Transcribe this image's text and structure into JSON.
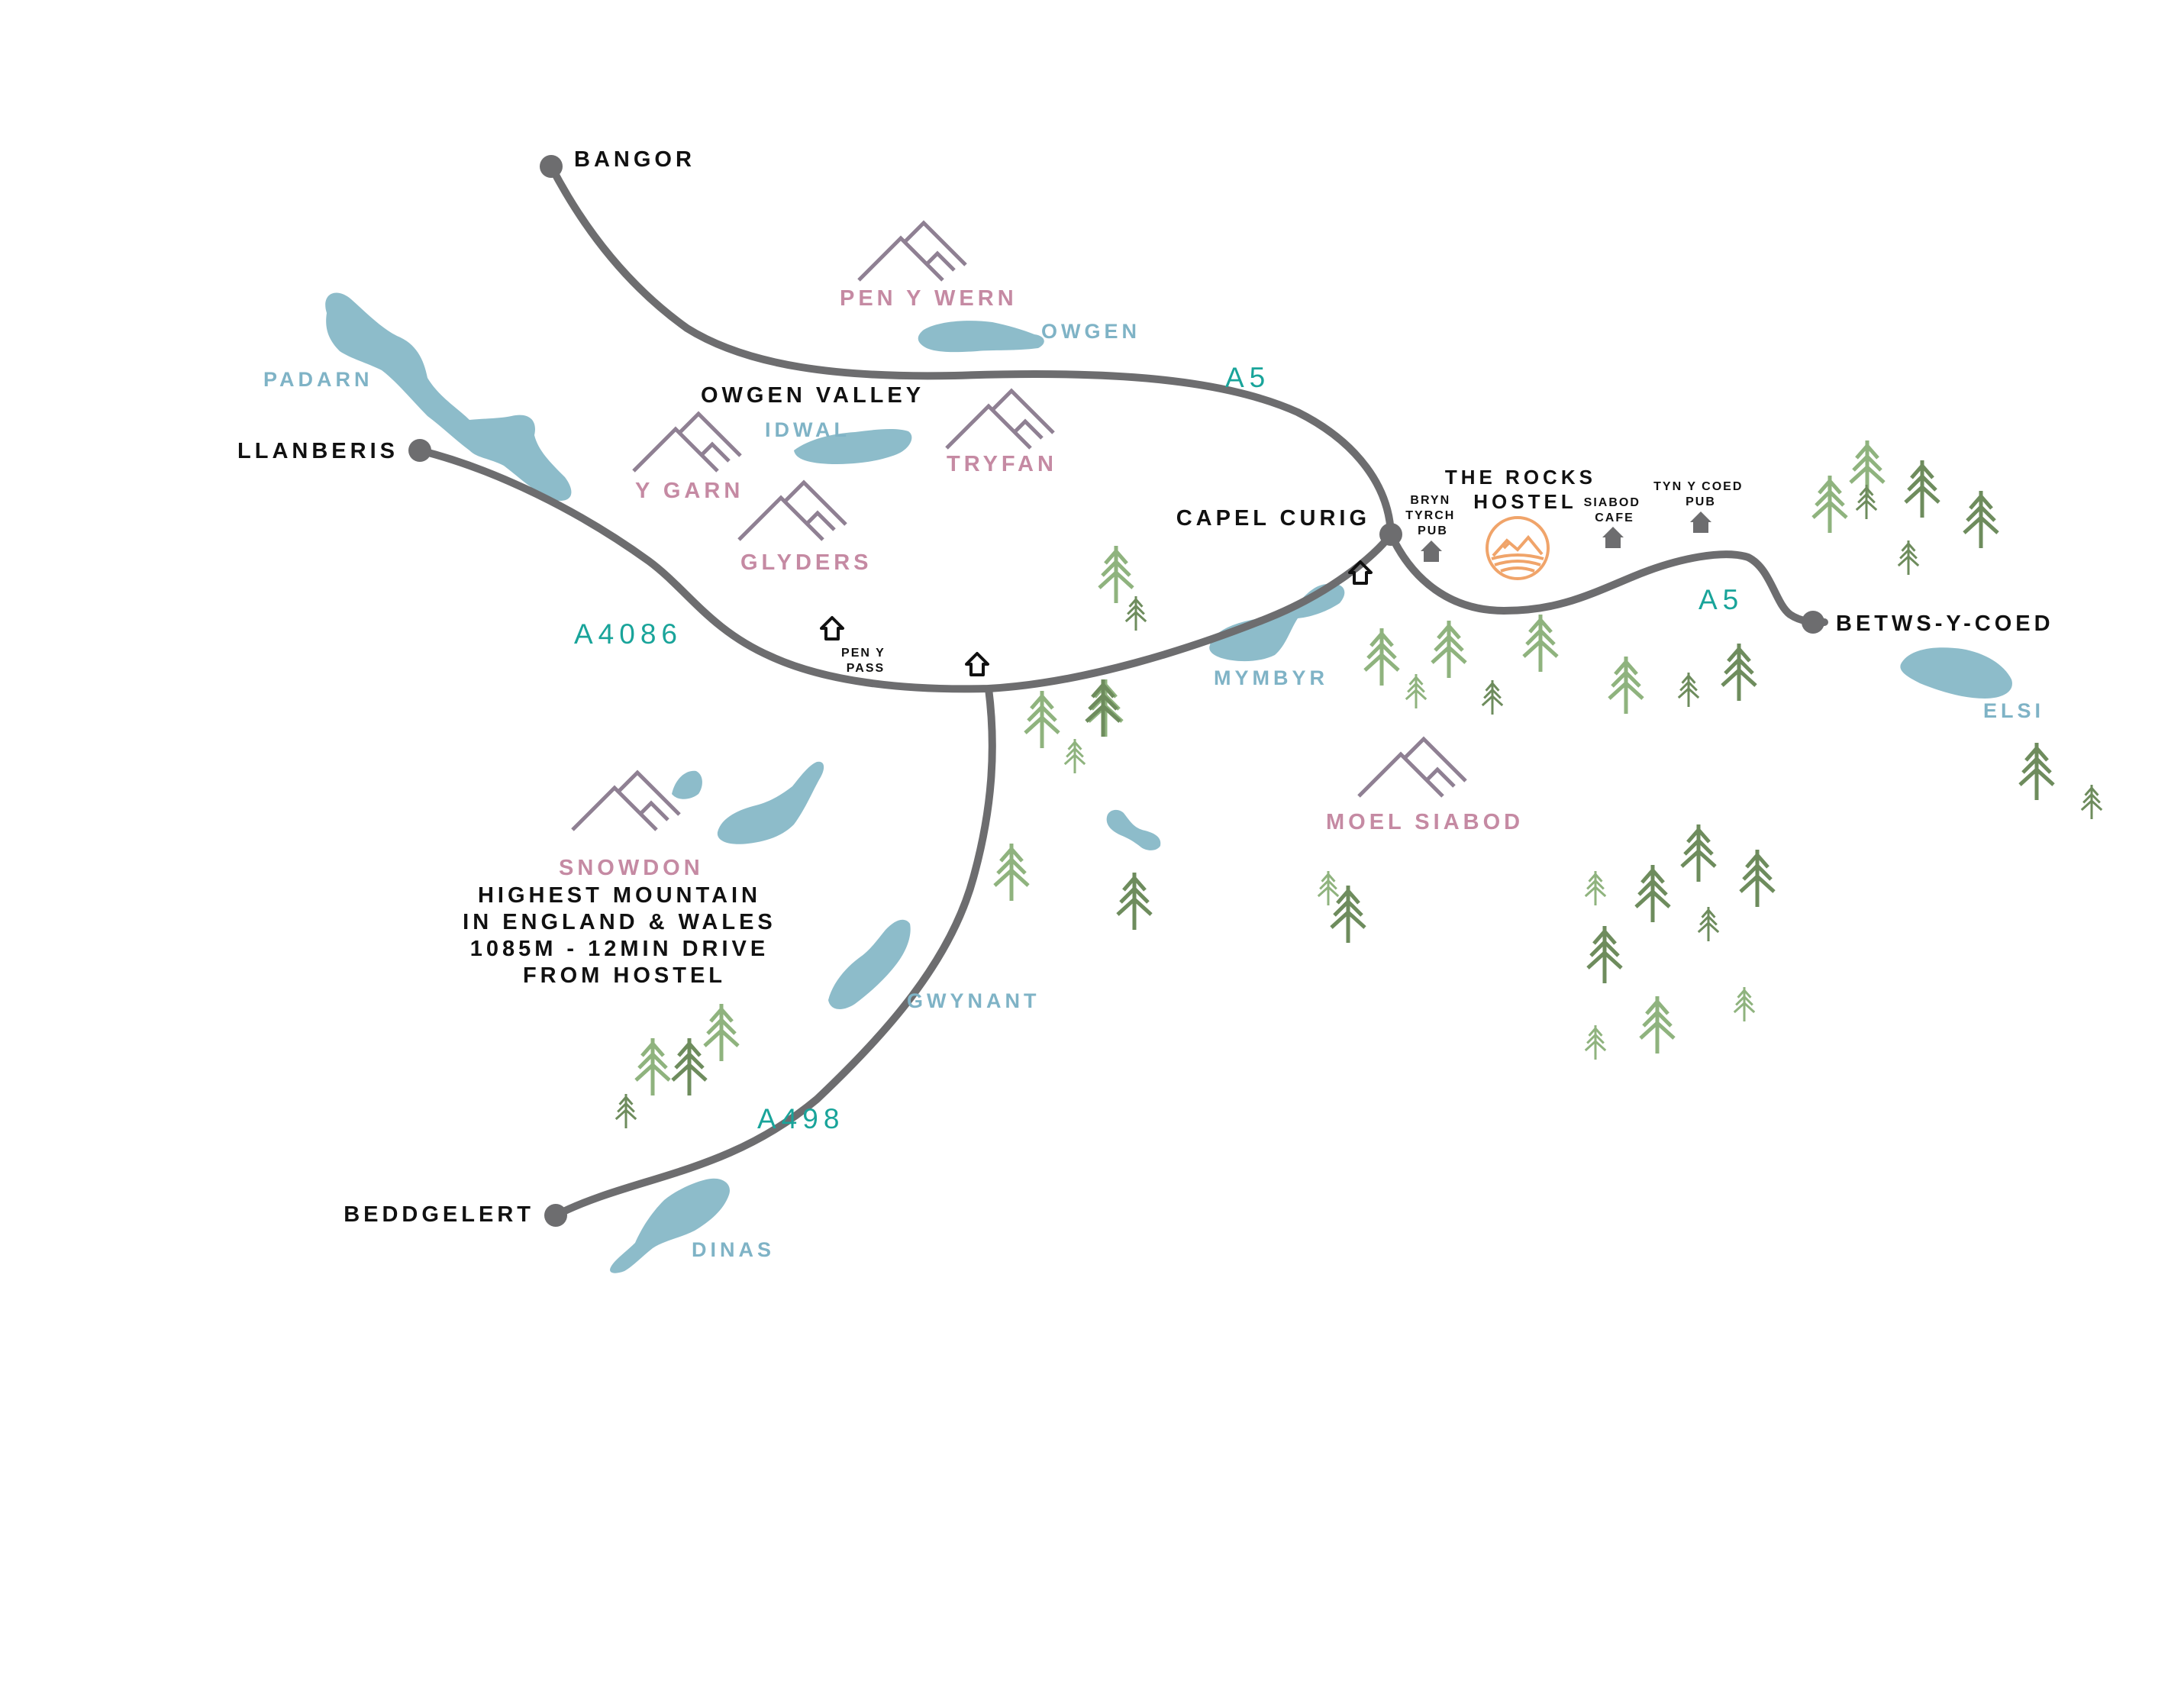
{
  "colors": {
    "road": "#6d6d6f",
    "water": "#8dbcca",
    "water_label": "#7fb3c6",
    "mountain": "#8f8093",
    "mountain_label": "#c58aa3",
    "road_label": "#19a49a",
    "tree_light": "#8fb37e",
    "tree_dark": "#6e8c5d",
    "hostel_logo": "#f0a46a",
    "text": "#111111"
  },
  "towns": {
    "bangor": "BANGOR",
    "llanberis": "LLANBERIS",
    "capel_curig": "CAPEL CURIG",
    "betws_y_coed": "BETWS-Y-COED",
    "beddgelert": "BEDDGELERT"
  },
  "roads": {
    "a5_north": "A5",
    "a5_east": "A5",
    "a4086": "A4086",
    "a498": "A498"
  },
  "lakes": {
    "padarn": "PADARN",
    "owgen": "OWGEN",
    "idwal": "IDWAL",
    "mymbyr": "MYMBYR",
    "gwynant": "GWYNANT",
    "dinas": "DINAS",
    "elsi": "ELSI"
  },
  "mountains": {
    "pen_y_wern": "PEN Y WERN",
    "y_garn": "Y GARN",
    "tryfan": "TRYFAN",
    "glyders": "GLYDERS",
    "snowdon": "SNOWDON",
    "moel_siabod": "MOEL SIABOD"
  },
  "areas": {
    "owgen_valley": "OWGEN VALLEY"
  },
  "places": {
    "pen_y_pass": [
      "PEN Y",
      "PASS"
    ],
    "bryn_tyrch_pub": [
      "BRYN",
      "TYRCH",
      "PUB"
    ],
    "the_rocks_hostel": [
      "THE ROCKS",
      "HOSTEL"
    ],
    "siabod_cafe": [
      "SIABOD",
      "CAFE"
    ],
    "tyn_y_coed_pub": [
      "TYN Y COED",
      "PUB"
    ]
  },
  "snowdon_note": [
    "HIGHEST MOUNTAIN",
    "IN ENGLAND & WALES",
    "1085M - 12MIN DRIVE",
    "FROM HOSTEL"
  ],
  "icons": {
    "hostel_logo": "mountain-sun-circle-icon",
    "pub": "house-icon",
    "cafe": "house-icon",
    "pass": "house-outline-icon",
    "tree": "pine-tree-icon",
    "mountain": "mountain-icon",
    "town": "dot-marker-icon"
  }
}
